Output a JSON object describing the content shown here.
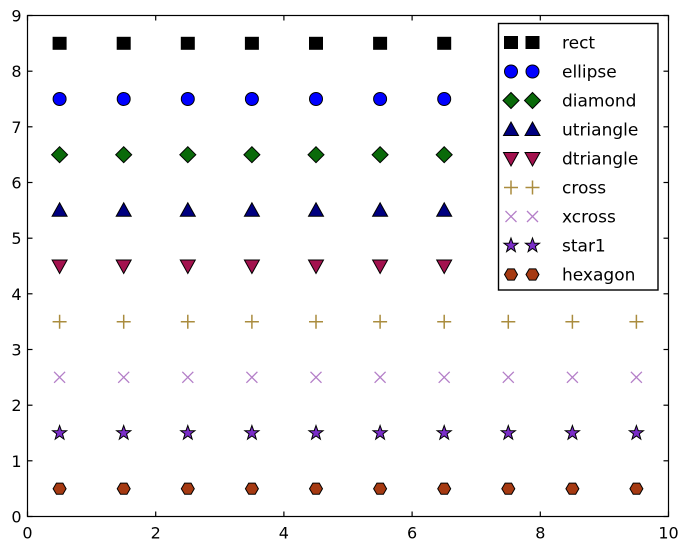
{
  "figure": {
    "background": "#ffffff",
    "border_color": "#000000"
  },
  "chart_data": {
    "type": "scatter",
    "title": "",
    "xlabel": "",
    "ylabel": "",
    "xlim": [
      0,
      10
    ],
    "ylim": [
      0,
      9
    ],
    "x_ticks": [
      0,
      2,
      4,
      6,
      8,
      10
    ],
    "y_ticks": [
      0,
      1,
      2,
      3,
      4,
      5,
      6,
      7,
      8,
      9
    ],
    "grid": false,
    "x": [
      0.5,
      1.5,
      2.5,
      3.5,
      4.5,
      5.5,
      6.5,
      7.5,
      8.5,
      9.5
    ],
    "series": [
      {
        "name": "rect",
        "marker": "square",
        "color": "#000000",
        "edge_color": "#000000",
        "y": 8.5
      },
      {
        "name": "ellipse",
        "marker": "circle",
        "color": "#0000ff",
        "edge_color": "#000000",
        "y": 7.5
      },
      {
        "name": "diamond",
        "marker": "diamond",
        "color": "#0a6a0a",
        "edge_color": "#000000",
        "y": 6.5
      },
      {
        "name": "utriangle",
        "marker": "triangle-up",
        "color": "#000080",
        "edge_color": "#000000",
        "y": 5.5
      },
      {
        "name": "dtriangle",
        "marker": "triangle-down",
        "color": "#a3124e",
        "edge_color": "#000000",
        "y": 4.5
      },
      {
        "name": "cross",
        "marker": "plus",
        "color": "#aa8c3e",
        "edge_color": "#aa8c3e",
        "y": 3.5
      },
      {
        "name": "xcross",
        "marker": "x",
        "color": "#b47fc8",
        "edge_color": "#b47fc8",
        "y": 2.5
      },
      {
        "name": "star1",
        "marker": "star",
        "color": "#7a2dc8",
        "edge_color": "#000000",
        "y": 1.5
      },
      {
        "name": "hexagon",
        "marker": "hexagon",
        "color": "#a63a12",
        "edge_color": "#000000",
        "y": 0.5
      }
    ],
    "legend": {
      "position": "upper right",
      "opaque": true,
      "markers_per_entry": 2,
      "entries": [
        "rect",
        "ellipse",
        "diamond",
        "utriangle",
        "dtriangle",
        "cross",
        "xcross",
        "star1",
        "hexagon"
      ]
    }
  }
}
